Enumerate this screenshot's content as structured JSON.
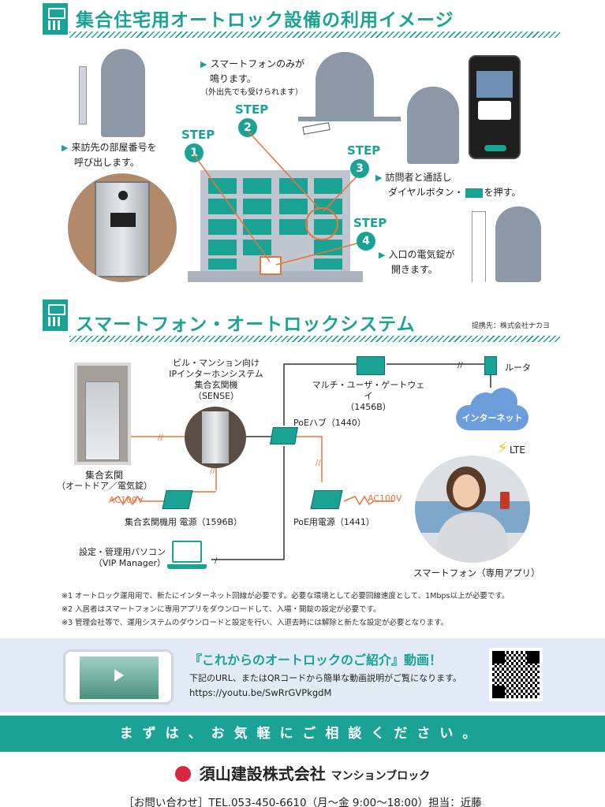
{
  "section1": {
    "title": "集合住宅用オートロック設備の利用イメージ",
    "note_phone_line1": "スマートフォンのみが",
    "note_phone_line2": "鳴ります。",
    "note_phone_sub": "（外出先でも受けられます）",
    "note_call_line1": "来訪先の部屋番号を",
    "note_call_line2": "呼び出します。",
    "note_talk_line1": "訪問者と通話し",
    "note_talk_line2_a": "ダイヤルボタン・",
    "note_talk_line2_b": "を押す。",
    "note_lock_line1": "入口の電気錠が",
    "note_lock_line2": "開きます。",
    "step_label": "STEP",
    "steps": [
      "1",
      "2",
      "3",
      "4"
    ]
  },
  "section2": {
    "title": "スマートフォン・オートロックシステム",
    "credit": "提携先：株式会社ナカヨ",
    "labels": {
      "sense_line1": "ビル・マンション向け",
      "sense_line2": "IPインターホンシステム",
      "sense_line3": "集合玄関機",
      "sense_line4": "（SENSE）",
      "gateway_line1": "マルチ・ユーザ・ゲートウェイ",
      "gateway_line2": "（1456B）",
      "router": "ルータ",
      "internet": "インターネット",
      "poe_hub": "PoEハブ（1440）",
      "entrance_line1": "集合玄関",
      "entrance_line2": "（オートドア／電気錠）",
      "ac_left": "AC100V",
      "ac_right": "AC100V",
      "entrance_power": "集合玄関機用 電源（1596B）",
      "poe_power": "PoE用電源（1441）",
      "lte": "LTE",
      "pc_line1": "設定・管理用パソコン",
      "pc_line2": "（VIP Manager）",
      "smartphone": "スマートフォン（専用アプリ）"
    }
  },
  "footnotes": [
    "※1 オートロック運用用で、新たにインターネット回線が必要です。必要な環境として必要回線速度として、1Mbps以上が必要です。",
    "※2 入居者はスマートフォンに専用アプリをダウンロードして、入場・開錠の設定が必要です。",
    "※3 管理会社等で、運用システムのダウンロードと設定を行い、入退去時には解除と新たな設定が必要となります。"
  ],
  "promo": {
    "title": "『これからのオートロックのご紹介』動画！",
    "desc": "下記のURL、またはQRコードから簡単な動画説明がご覧になります。",
    "url": "https://youtu.be/SwRrGVPkgdM"
  },
  "banner": "まずは、お気軽にご相談ください。",
  "company": {
    "name": "須山建設株式会社",
    "division": "マンションブロック",
    "contact": "［お問い合わせ］TEL.053-450-6610（月〜金 9:00〜18:00）担当：近藤"
  },
  "colors": {
    "accent": "#1aa394",
    "figure": "#8c97a8",
    "wire": "#e8743b"
  }
}
